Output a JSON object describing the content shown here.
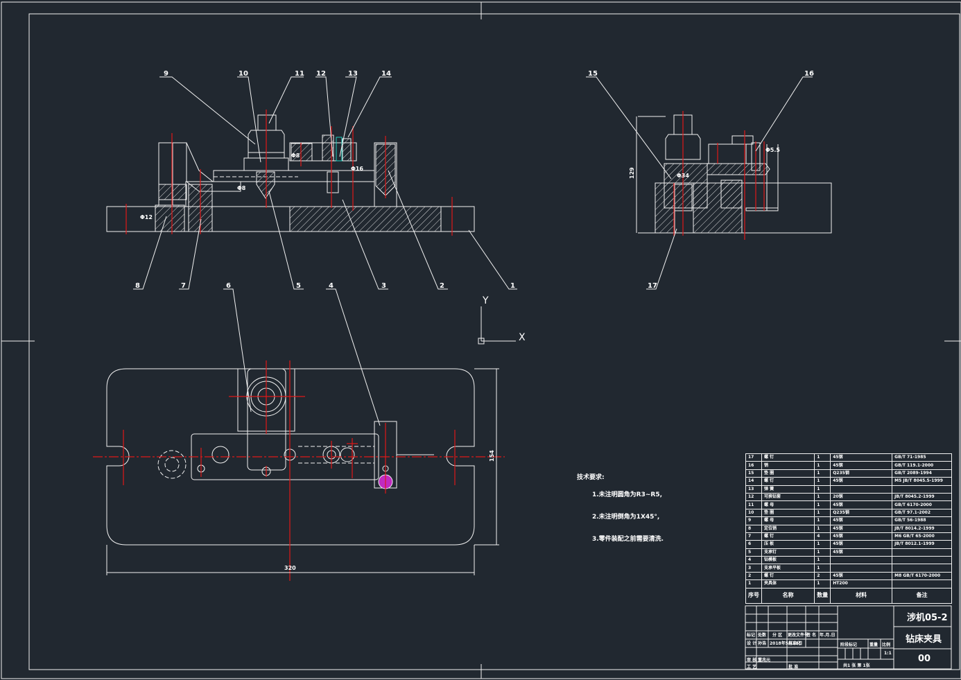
{
  "drawing": {
    "background": "#212830",
    "line_color": "#f2f2f2",
    "center_line_color": "#e01818",
    "highlight_color": "#c02ac0"
  },
  "balloons": {
    "front_view": [
      "9",
      "10",
      "11",
      "12",
      "13",
      "14",
      "8",
      "7",
      "5",
      "3",
      "2",
      "1"
    ],
    "side_view": [
      "15",
      "16",
      "17"
    ],
    "top_view": [
      "6",
      "4"
    ]
  },
  "dimensions": {
    "phi12": "Φ12",
    "phi8": "Φ8",
    "phi8b": "Φ8",
    "phi16": "Φ16",
    "phi34": "Φ34",
    "phi5_5": "Φ5.5",
    "side_height": "129",
    "top_height": "154",
    "top_width": "320"
  },
  "ucs": {
    "x_label": "X",
    "y_label": "Y"
  },
  "technical_requirements": {
    "title": "技术要求:",
    "items": [
      "1.未注明圆角为R3~R5,",
      "2.未注明倒角为1X45°,",
      "3.零件装配之前需要清洗."
    ]
  },
  "bom": {
    "headers": [
      "序号",
      "名称",
      "数量",
      "材料",
      "备注"
    ],
    "rows": [
      [
        "17",
        "螺  钉",
        "1",
        "45钢",
        "GB/T 71-1985"
      ],
      [
        "16",
        "销",
        "1",
        "45钢",
        "GB/T 119.1-2000"
      ],
      [
        "15",
        "垫  圈",
        "1",
        "Q235钢",
        "GB/T 2089-1994"
      ],
      [
        "14",
        "螺  钉",
        "1",
        "45钢",
        "M5 JB/T 8045.5-1999"
      ],
      [
        "13",
        "弹  簧",
        "1",
        "",
        ""
      ],
      [
        "12",
        "可换钻套",
        "1",
        "20钢",
        "JB/T 8045.2-1999"
      ],
      [
        "11",
        "螺  母",
        "1",
        "45钢",
        "GB/T 6170-2000"
      ],
      [
        "10",
        "垫  圈",
        "1",
        "Q235钢",
        "GB/T 97.1-2002"
      ],
      [
        "9",
        "螺  母",
        "1",
        "45钢",
        "GB/T 56-1988"
      ],
      [
        "8",
        "定位销",
        "1",
        "45钢",
        "JB/T 8014.2-1999"
      ],
      [
        "7",
        "螺  钉",
        "4",
        "45钢",
        "M6 GB/T 65-2000"
      ],
      [
        "6",
        "压  板",
        "1",
        "45钢",
        "JB/T 8012.1-1999"
      ],
      [
        "5",
        "支承钉",
        "1",
        "45钢",
        ""
      ],
      [
        "4",
        "钻模板",
        "1",
        "",
        ""
      ],
      [
        "3",
        "支承平板",
        "1",
        "",
        ""
      ],
      [
        "2",
        "螺  钉",
        "2",
        "45钢",
        "M8 GB/T 6170-2000"
      ],
      [
        "1",
        "夹具体",
        "1",
        "HT200",
        ""
      ]
    ]
  },
  "title_block": {
    "part_name": "涉机05-2",
    "drawing_name": "钻床夹具",
    "drawing_no": "00",
    "scale": "1:1",
    "labels": {
      "mark": "标记",
      "count": "处数",
      "zone": "分 区",
      "change_doc": "更改文件号",
      "sign": "签 名",
      "date": "年.月.日",
      "design": "设 计",
      "designer": "孙浩",
      "std": "标准化",
      "stage_mark": "阶段标记",
      "weight": "重量",
      "ratio": "比例",
      "review": "审 核",
      "reviewer": "董兆元",
      "process": "工 艺",
      "approve": "批 准",
      "sheets": "共1 张   第 1张",
      "std_date": "2018年5月11日"
    }
  }
}
